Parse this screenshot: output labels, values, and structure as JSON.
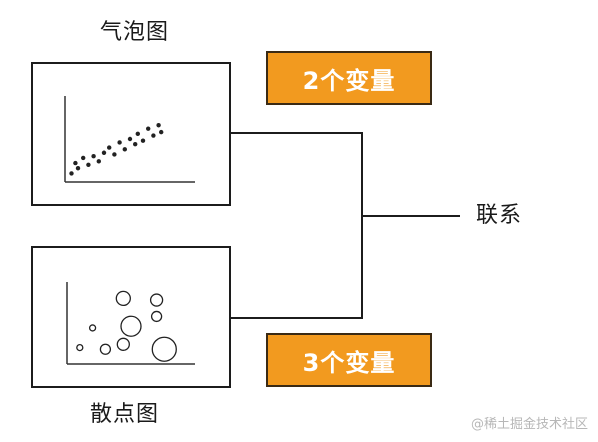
{
  "bubble_label": "气泡图",
  "scatter_label": "散点图",
  "badge_top": "2个变量",
  "badge_bottom": "3个变量",
  "connector_label": "联系",
  "watermark": "@稀土掘金技术社区",
  "colors": {
    "badge_fill": "#f29a1f",
    "badge_border": "#3a2a14",
    "line": "#1c1c1c"
  },
  "chart_data": [
    {
      "type": "scatter",
      "points": [
        [
          0.05,
          0.1
        ],
        [
          0.08,
          0.22
        ],
        [
          0.1,
          0.16
        ],
        [
          0.14,
          0.28
        ],
        [
          0.18,
          0.2
        ],
        [
          0.22,
          0.3
        ],
        [
          0.26,
          0.24
        ],
        [
          0.3,
          0.34
        ],
        [
          0.34,
          0.4
        ],
        [
          0.38,
          0.32
        ],
        [
          0.42,
          0.46
        ],
        [
          0.46,
          0.38
        ],
        [
          0.5,
          0.5
        ],
        [
          0.54,
          0.44
        ],
        [
          0.56,
          0.56
        ],
        [
          0.6,
          0.48
        ],
        [
          0.64,
          0.62
        ],
        [
          0.68,
          0.54
        ],
        [
          0.72,
          0.66
        ],
        [
          0.74,
          0.58
        ]
      ]
    },
    {
      "type": "scatter",
      "points": [
        {
          "x": 0.1,
          "y": 0.2,
          "r": 3
        },
        {
          "x": 0.2,
          "y": 0.44,
          "r": 3
        },
        {
          "x": 0.3,
          "y": 0.18,
          "r": 5
        },
        {
          "x": 0.44,
          "y": 0.24,
          "r": 6
        },
        {
          "x": 0.5,
          "y": 0.46,
          "r": 10
        },
        {
          "x": 0.44,
          "y": 0.8,
          "r": 7
        },
        {
          "x": 0.7,
          "y": 0.78,
          "r": 6
        },
        {
          "x": 0.7,
          "y": 0.58,
          "r": 5
        },
        {
          "x": 0.76,
          "y": 0.18,
          "r": 12
        }
      ]
    }
  ]
}
